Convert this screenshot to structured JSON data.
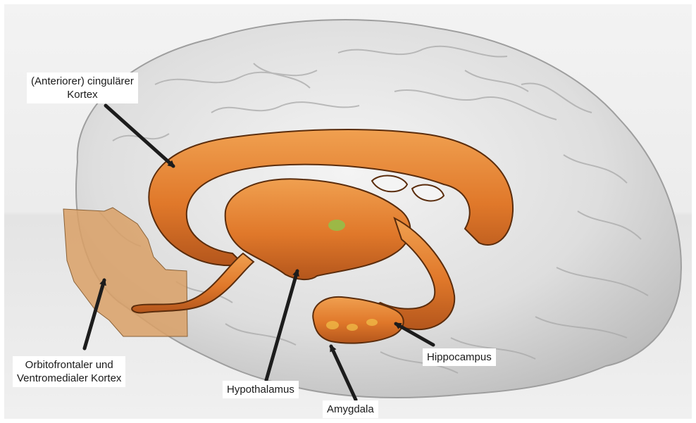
{
  "labels": {
    "cingulate": {
      "line1": "(Anteriorer) cingulärer",
      "line2": "Kortex"
    },
    "orbitofrontal": {
      "line1": "Orbitofrontaler und",
      "line2": "Ventromedialer Kortex"
    },
    "hypothalamus": "Hypothalamus",
    "amygdala": "Amygdala",
    "hippocampus": "Hippocampus"
  },
  "colors": {
    "limbic_orange": "#e0782a",
    "limbic_dark": "#a64b14",
    "orbitofrontal_fill": "#d9a066",
    "brain_gray": "#dcdcdc",
    "arrow": "#1c1c1c"
  }
}
